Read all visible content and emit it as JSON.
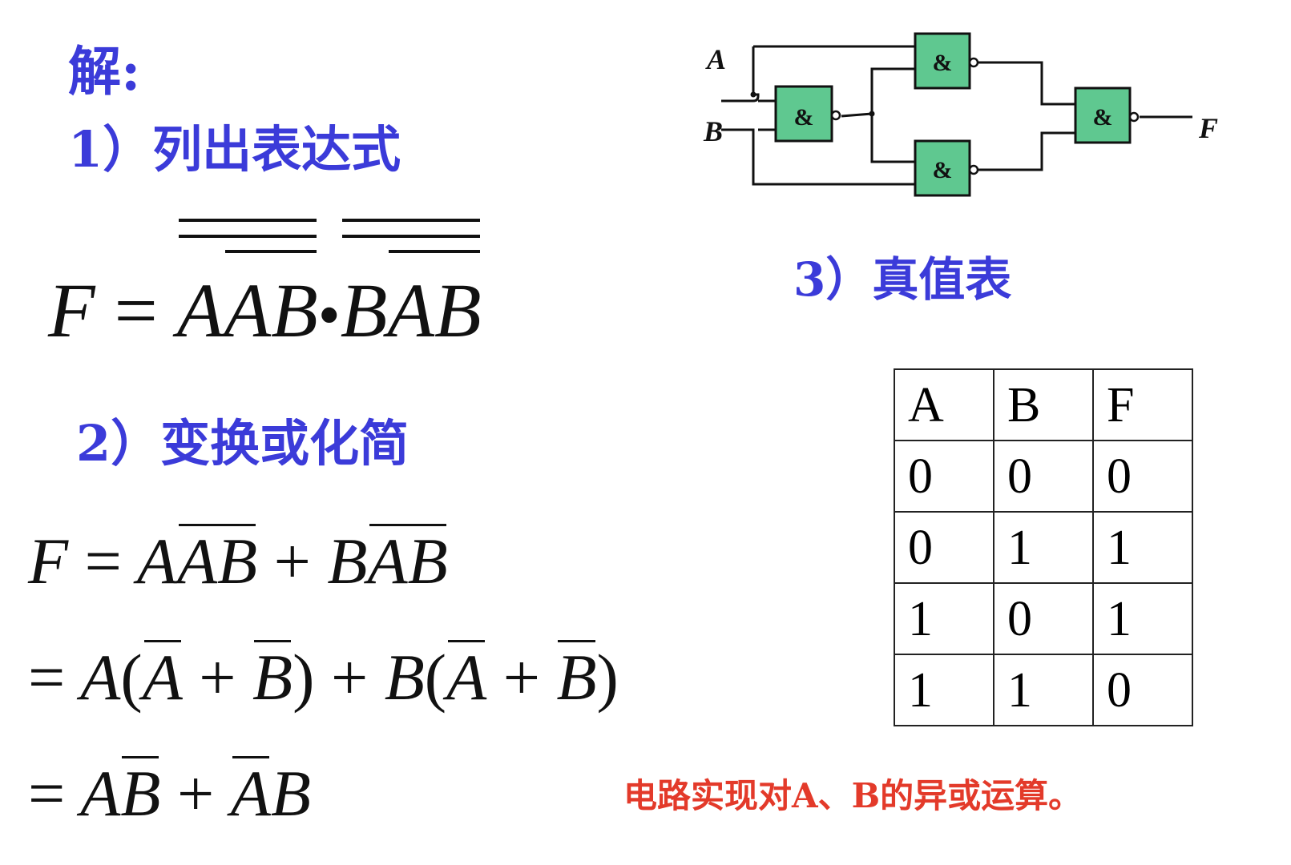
{
  "heading_solution": "解:",
  "step1_label": "1）列出表达式",
  "step2_label": "2）变换或化简",
  "step3_label": "3）真值表",
  "eq1": {
    "F": "F",
    "eq": "=",
    "a": "A",
    "ab1": "AB",
    "dot": "•",
    "b": "B",
    "ab2": "AB"
  },
  "eq2": {
    "F": "F",
    "eq": "=",
    "a": "A",
    "ab1": "AB",
    "plus": "+",
    "b": "B",
    "ab2": "AB"
  },
  "eq3": {
    "eq": "=",
    "a1": "A",
    "lp1": "(",
    "na1": "A",
    "plus1": "+",
    "nb1": "B",
    "rp1": ")",
    "plus2": "+",
    "b1": "B",
    "lp2": "(",
    "na2": "A",
    "plus3": "+",
    "nb2": "B",
    "rp2": ")"
  },
  "eq4": {
    "eq": "=",
    "a": "A",
    "nb": "B",
    "plus": "+",
    "na": "A",
    "b": "B"
  },
  "circuit": {
    "gate_symbol": "&",
    "input_a": "A",
    "input_b": "B",
    "output": "F",
    "gate_fill": "#5fc890"
  },
  "truth_table": {
    "headers": [
      "A",
      "B",
      "F"
    ],
    "rows": [
      [
        "0",
        "0",
        "0"
      ],
      [
        "0",
        "1",
        "1"
      ],
      [
        "1",
        "0",
        "1"
      ],
      [
        "1",
        "1",
        "0"
      ]
    ]
  },
  "conclusion": "电路实现对A、B的异或运算。",
  "colors": {
    "heading": "#3b3bd9",
    "note": "#e33a2a"
  }
}
